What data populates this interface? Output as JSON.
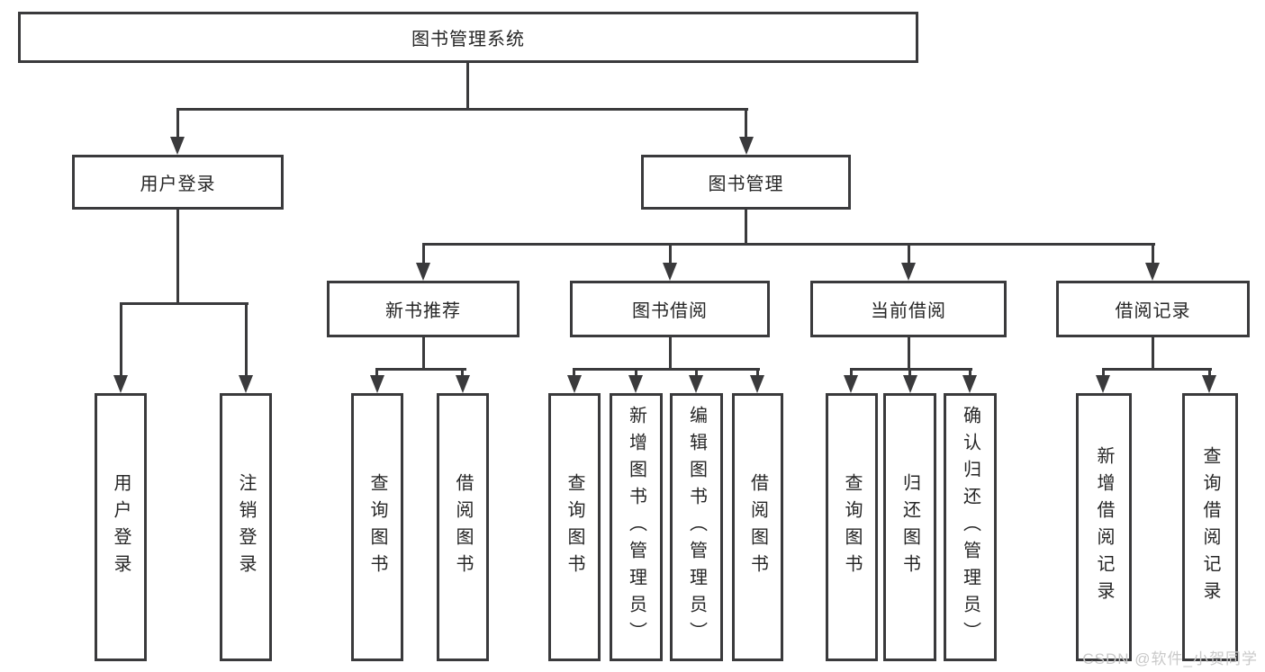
{
  "diagram": {
    "title": "图书管理系统",
    "watermark": "CSDN @软件_小贺同学",
    "colors": {
      "line": "#3a3a3c",
      "border": "#3a3a3c",
      "text": "#262626",
      "background": "#ffffff",
      "watermark": "#c9c9c9"
    },
    "tree": {
      "label": "图书管理系统",
      "children": [
        {
          "label": "用户登录",
          "children": [
            {
              "label": "用户登录"
            },
            {
              "label": "注销登录"
            }
          ]
        },
        {
          "label": "图书管理",
          "children": [
            {
              "label": "新书推荐",
              "children": [
                {
                  "label": "查询图书"
                },
                {
                  "label": "借阅图书"
                }
              ]
            },
            {
              "label": "图书借阅",
              "children": [
                {
                  "label": "查询图书"
                },
                {
                  "label": "新增图书（管理员）"
                },
                {
                  "label": "编辑图书（管理员）"
                },
                {
                  "label": "借阅图书"
                }
              ]
            },
            {
              "label": "当前借阅",
              "children": [
                {
                  "label": "查询图书"
                },
                {
                  "label": "归还图书"
                },
                {
                  "label": "确认归还（管理员）"
                }
              ]
            },
            {
              "label": "借阅记录",
              "children": [
                {
                  "label": "新增借阅记录"
                },
                {
                  "label": "查询借阅记录"
                }
              ]
            }
          ]
        }
      ]
    }
  }
}
